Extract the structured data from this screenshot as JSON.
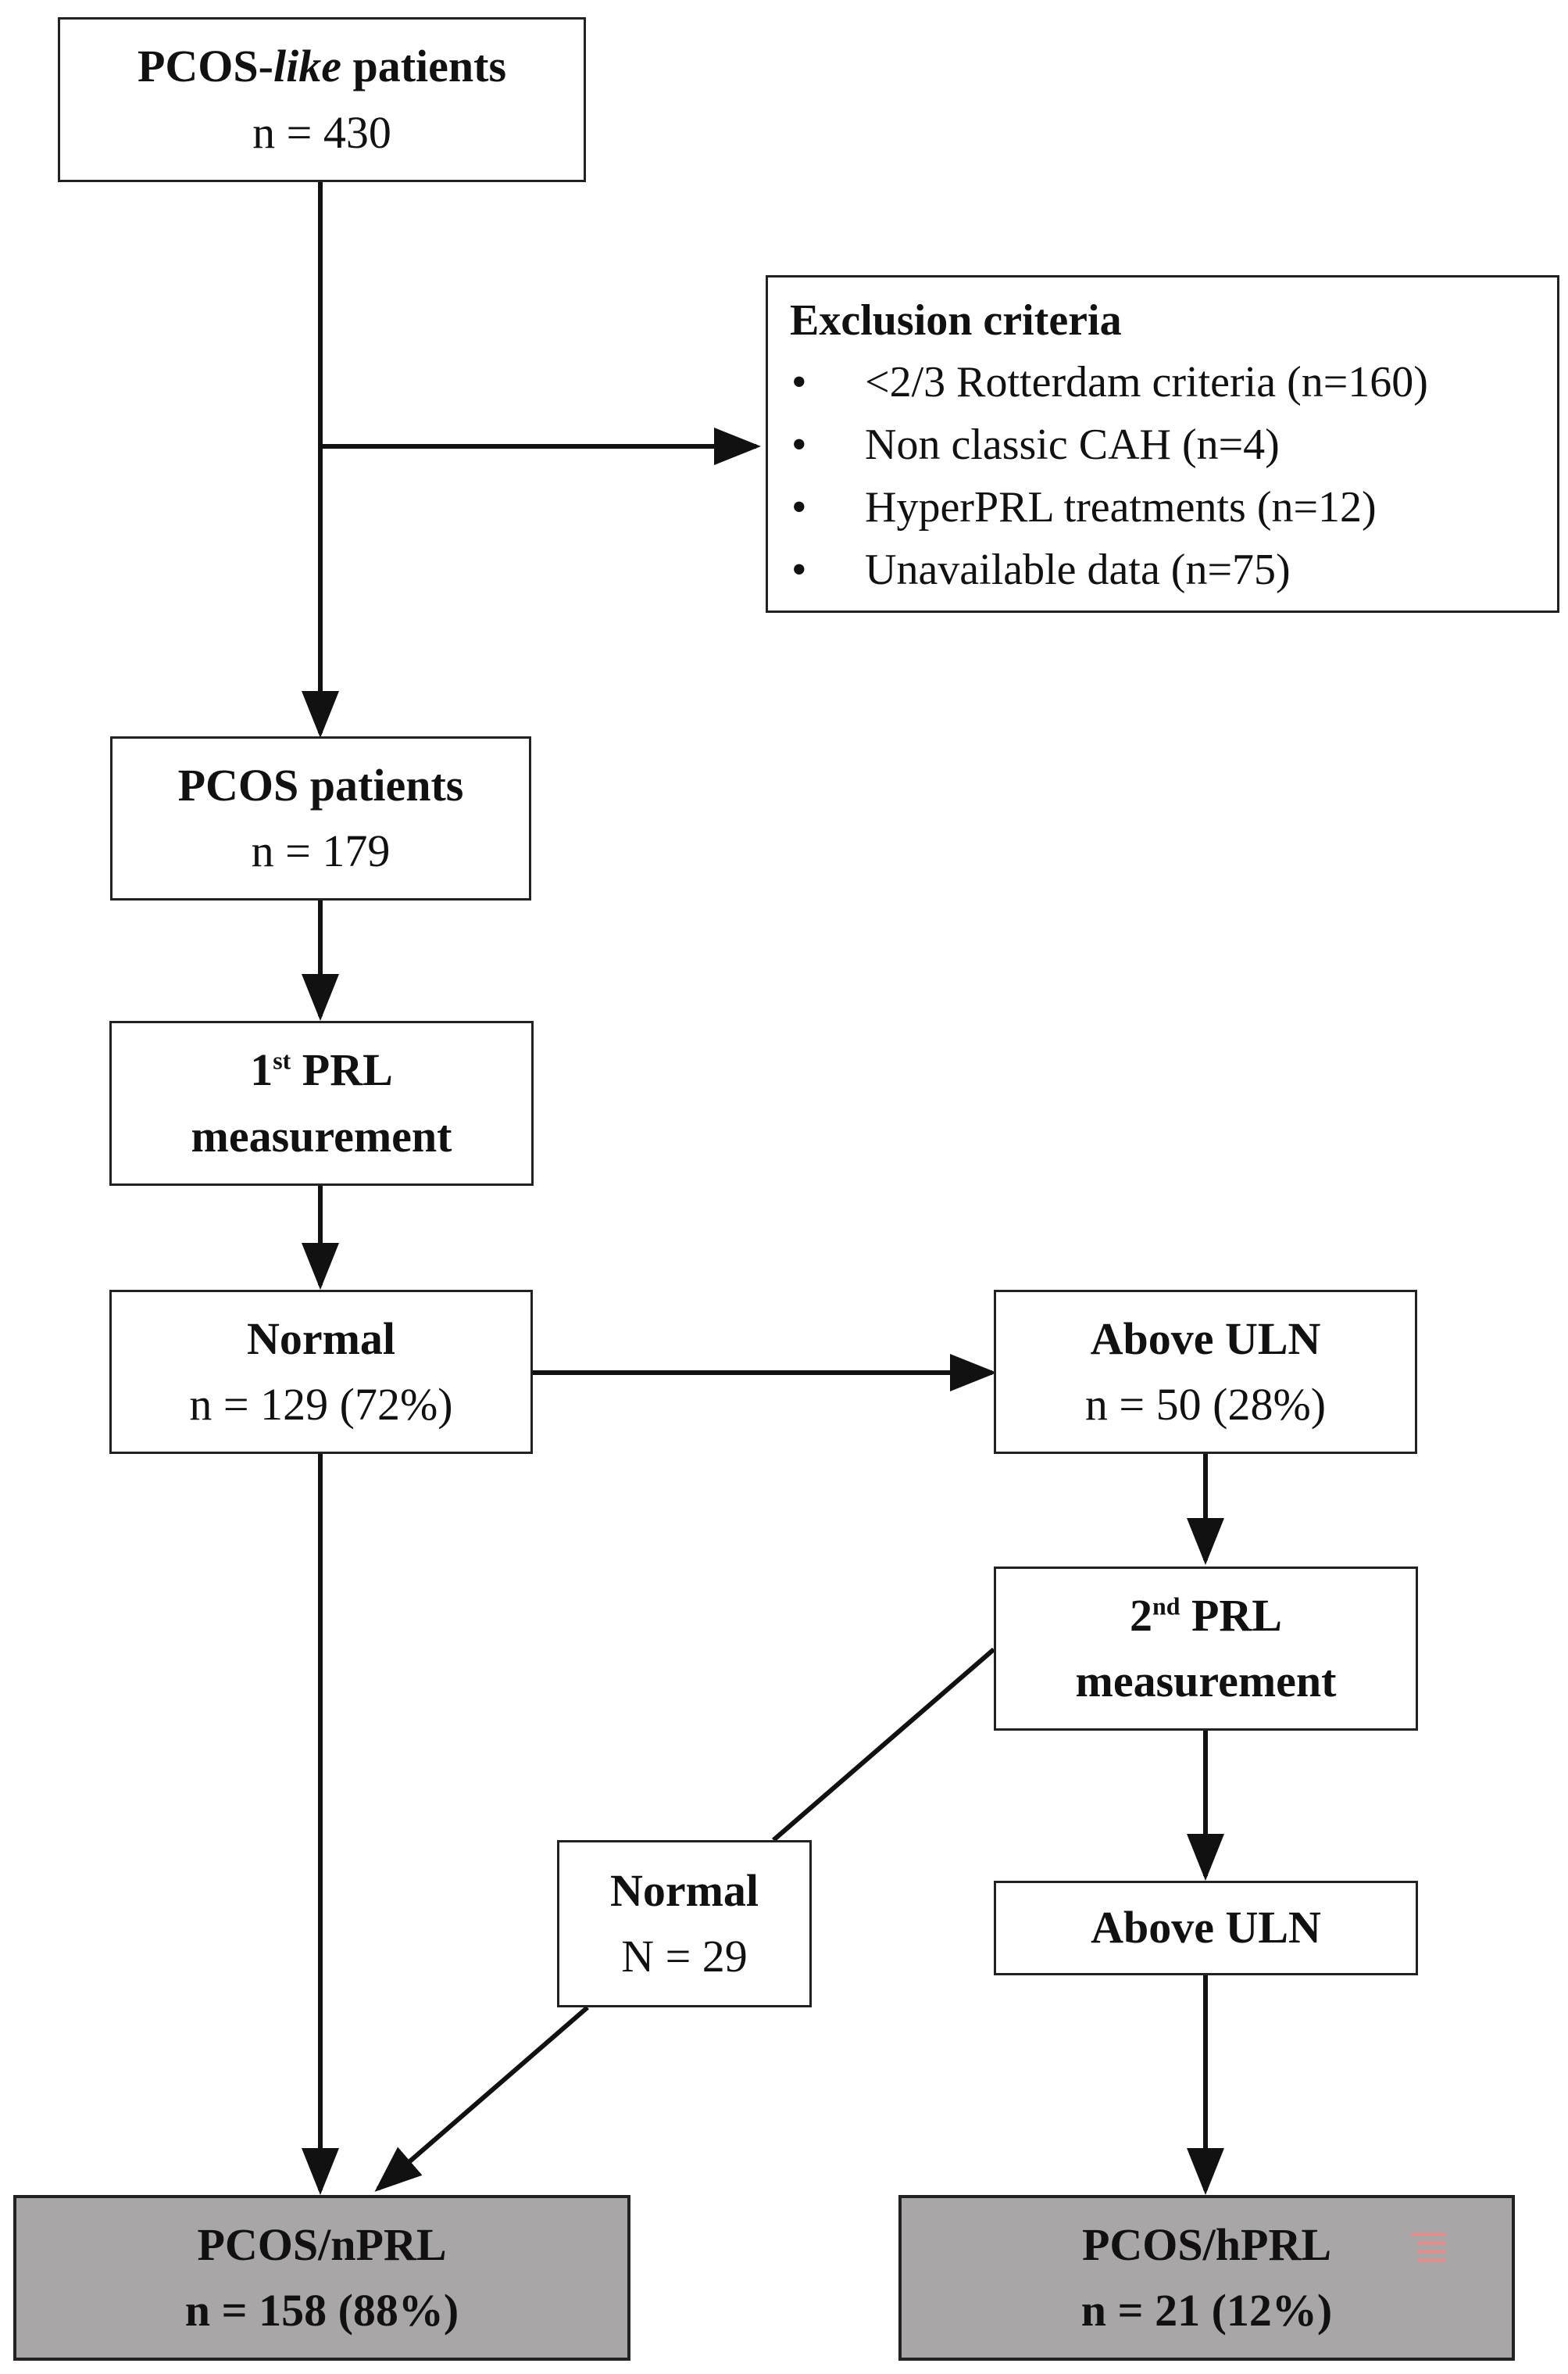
{
  "boxes": {
    "pcos_like": {
      "title_prefix": "PCOS-",
      "title_italic": "like",
      "title_suffix": " patients",
      "count": "n = 430"
    },
    "exclusion": {
      "title": "Exclusion criteria",
      "items": [
        "<2/3 Rotterdam criteria (n=160)",
        "Non classic CAH (n=4)",
        "HyperPRL treatments (n=12)",
        "Unavailable data (n=75)"
      ]
    },
    "pcos": {
      "title": "PCOS patients",
      "count": "n = 179"
    },
    "first_prl": {
      "ordinal": "1",
      "ordinal_sup": "st",
      "title_rest": " PRL",
      "title_line2": "measurement"
    },
    "normal_1": {
      "title": "Normal",
      "count": "n = 129 (72%)"
    },
    "above_1": {
      "title": "Above ULN",
      "count": "n = 50 (28%)"
    },
    "second_prl": {
      "ordinal": "2",
      "ordinal_sup": "nd",
      "title_rest": " PRL",
      "title_line2": "measurement"
    },
    "normal_2": {
      "title": "Normal",
      "count": "N = 29"
    },
    "above_2": {
      "title": "Above ULN"
    },
    "npr": {
      "title": "PCOS/nPRL",
      "count": "n = 158 (88%)"
    },
    "hprl": {
      "title": "PCOS/hPRL",
      "count": "n = 21 (12%)"
    }
  },
  "colors": {
    "outcome_fill": "#a8a6a6",
    "line": "#111111",
    "mark": "#e98b8b"
  }
}
